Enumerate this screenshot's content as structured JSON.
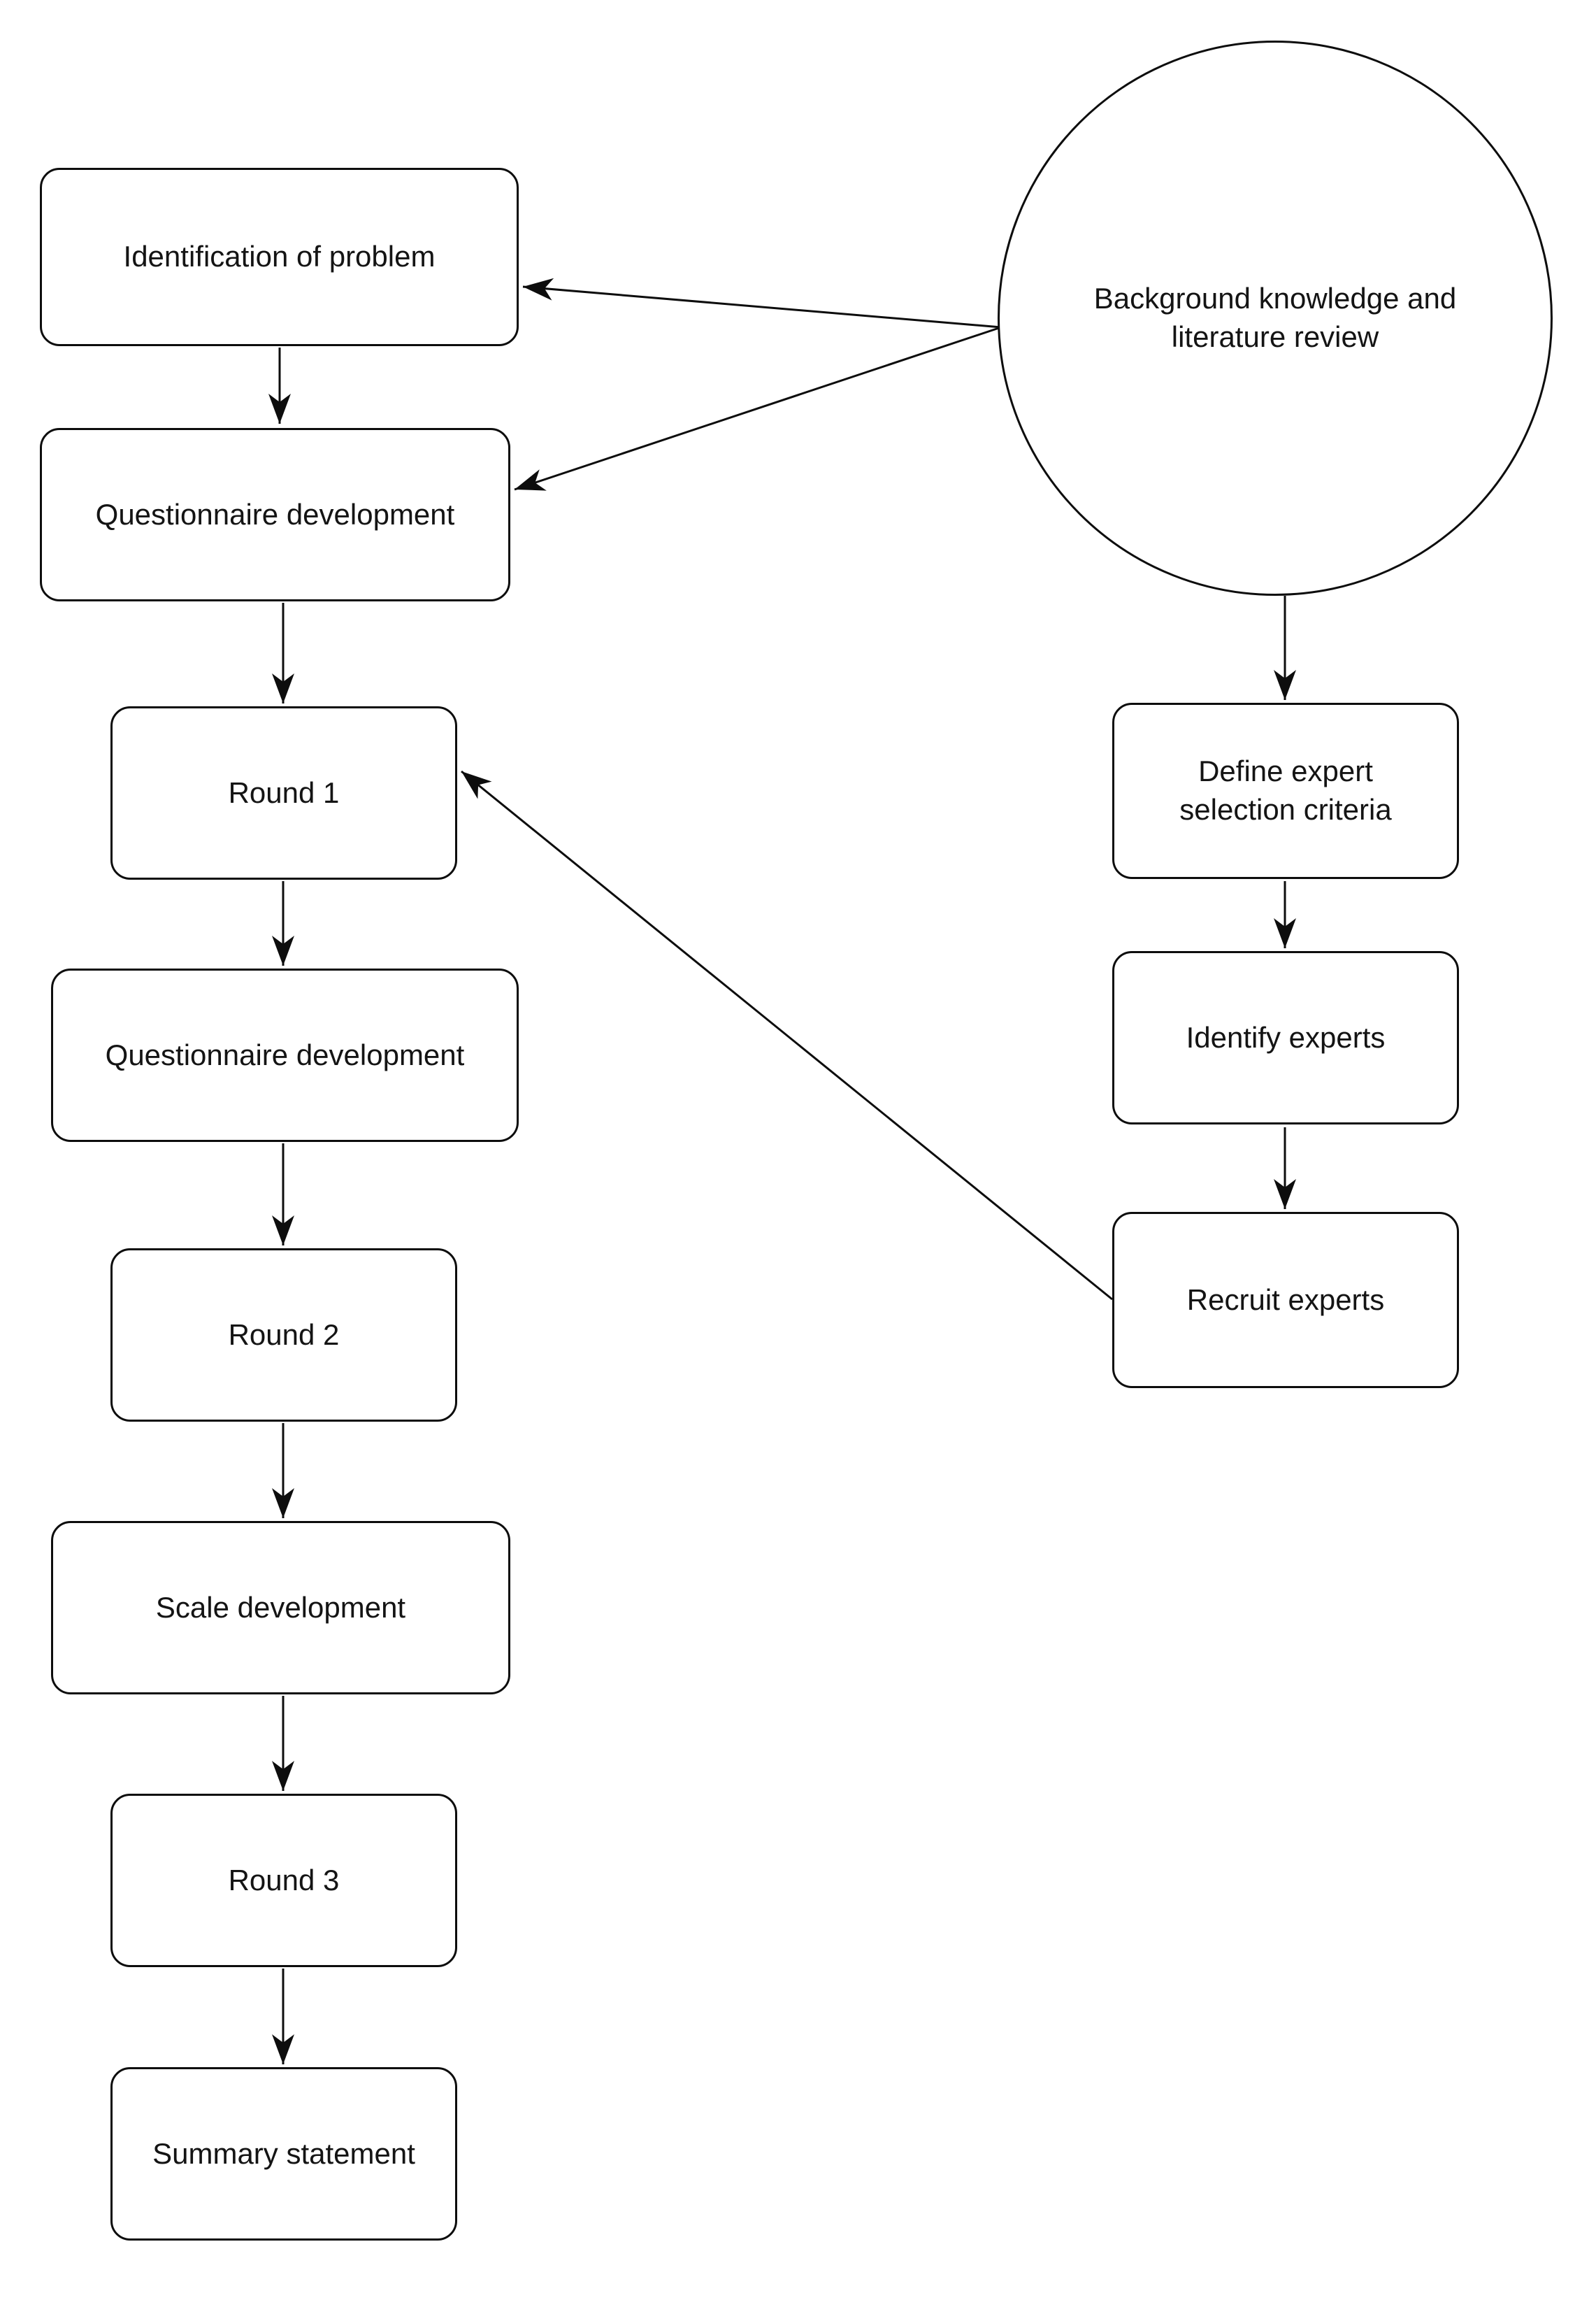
{
  "diagram": {
    "type": "flowchart",
    "background_color": "#ffffff",
    "node_fill_color": "#ffffff",
    "stroke_color": "#0d0d0d",
    "text_color": "#141414",
    "nodes": {
      "identification_of_problem": {
        "label": "Identification of problem",
        "shape": "rounded-rect"
      },
      "questionnaire_development_1": {
        "label": "Questionnaire development",
        "shape": "rounded-rect"
      },
      "round_1": {
        "label": "Round 1",
        "shape": "rounded-rect"
      },
      "questionnaire_development_2": {
        "label": "Questionnaire development",
        "shape": "rounded-rect"
      },
      "round_2": {
        "label": "Round 2",
        "shape": "rounded-rect"
      },
      "scale_development": {
        "label": "Scale development",
        "shape": "rounded-rect"
      },
      "round_3": {
        "label": "Round 3",
        "shape": "rounded-rect"
      },
      "summary_statement": {
        "label": "Summary statement",
        "shape": "rounded-rect"
      },
      "background_knowledge": {
        "label": "Background knowledge and literature review",
        "shape": "circle"
      },
      "define_expert_selection_criteria": {
        "label": "Define expert selection criteria",
        "shape": "rounded-rect"
      },
      "identify_experts": {
        "label": "Identify experts",
        "shape": "rounded-rect"
      },
      "recruit_experts": {
        "label": "Recruit experts",
        "shape": "rounded-rect"
      }
    },
    "edges": [
      {
        "from": "identification_of_problem",
        "to": "questionnaire_development_1",
        "style": "arrow"
      },
      {
        "from": "questionnaire_development_1",
        "to": "round_1",
        "style": "arrow"
      },
      {
        "from": "round_1",
        "to": "questionnaire_development_2",
        "style": "arrow"
      },
      {
        "from": "questionnaire_development_2",
        "to": "round_2",
        "style": "arrow"
      },
      {
        "from": "round_2",
        "to": "scale_development",
        "style": "arrow"
      },
      {
        "from": "scale_development",
        "to": "round_3",
        "style": "arrow"
      },
      {
        "from": "round_3",
        "to": "summary_statement",
        "style": "arrow"
      },
      {
        "from": "background_knowledge",
        "to": "identification_of_problem",
        "style": "arrow"
      },
      {
        "from": "background_knowledge",
        "to": "questionnaire_development_1",
        "style": "arrow"
      },
      {
        "from": "background_knowledge",
        "to": "define_expert_selection_criteria",
        "style": "arrow"
      },
      {
        "from": "define_expert_selection_criteria",
        "to": "identify_experts",
        "style": "arrow"
      },
      {
        "from": "identify_experts",
        "to": "recruit_experts",
        "style": "arrow"
      },
      {
        "from": "recruit_experts",
        "to": "round_1",
        "style": "arrow"
      }
    ]
  }
}
